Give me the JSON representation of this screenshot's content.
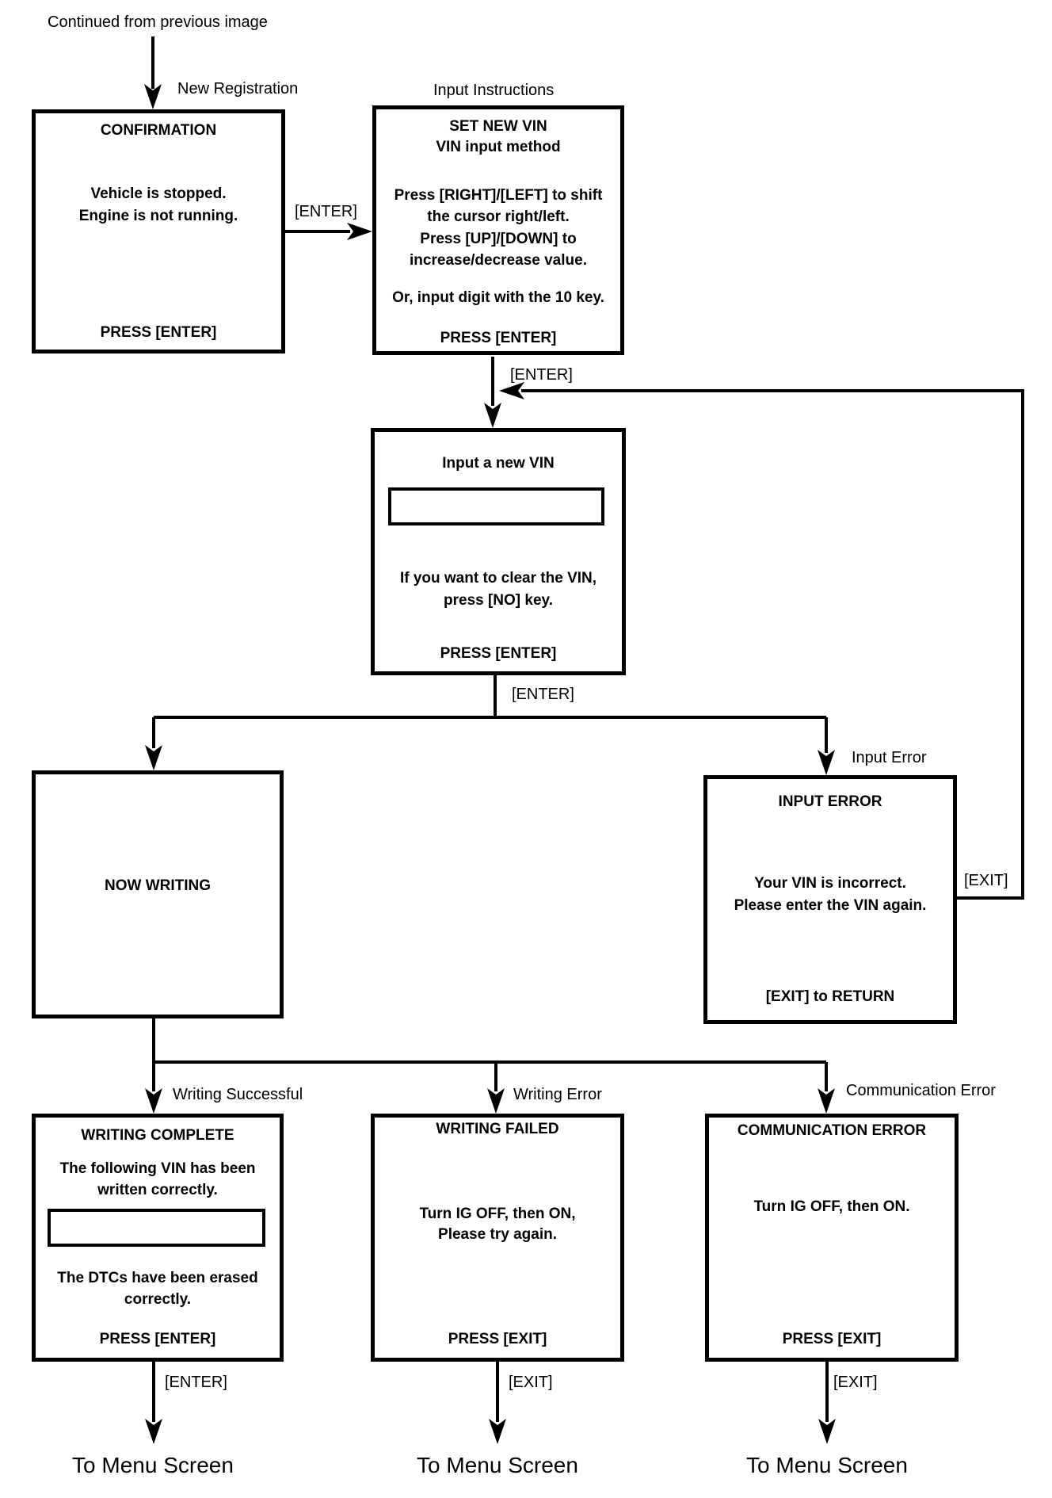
{
  "labels": {
    "continued": "Continued from previous image",
    "new_registration": "New Registration",
    "input_instructions": "Input Instructions",
    "input_error": "Input Error",
    "writing_successful": "Writing Successful",
    "writing_error": "Writing Error",
    "communication_error": "Communication Error"
  },
  "connectors": {
    "enter_confirm": "[ENTER]",
    "enter_setvin": "[ENTER]",
    "enter_inputvin": "[ENTER]",
    "exit_loop": "[EXIT]",
    "enter_complete": "[ENTER]",
    "exit_failed": "[EXIT]",
    "exit_comm": "[EXIT]"
  },
  "exits": {
    "menu1": "To Menu Screen",
    "menu2": "To Menu Screen",
    "menu3": "To Menu Screen"
  },
  "nodes": {
    "confirmation": {
      "title": "CONFIRMATION",
      "line1": "Vehicle is stopped.",
      "line2": "Engine is not running.",
      "footer": "PRESS [ENTER]"
    },
    "set_new_vin": {
      "title1": "SET NEW VIN",
      "title2": "VIN input method",
      "line1": "Press [RIGHT]/[LEFT] to shift",
      "line2": "the cursor right/left.",
      "line3": "Press [UP]/[DOWN] to",
      "line4": "increase/decrease value.",
      "line5": "Or, input digit with the 10 key.",
      "footer": "PRESS [ENTER]"
    },
    "input_new_vin": {
      "title": "Input a new VIN",
      "field_value": "",
      "line1": "If you want to clear the VIN,",
      "line2": "press [NO] key.",
      "footer": "PRESS [ENTER]"
    },
    "now_writing": {
      "title": "NOW WRITING"
    },
    "input_error": {
      "title": "INPUT ERROR",
      "line1": "Your VIN is incorrect.",
      "line2": "Please enter the VIN again.",
      "footer": "[EXIT] to RETURN"
    },
    "writing_complete": {
      "title": "WRITING COMPLETE",
      "line1": "The following VIN has been",
      "line2": "written correctly.",
      "field_value": "",
      "line3": "The DTCs have been erased",
      "line4": "correctly.",
      "footer": "PRESS [ENTER]"
    },
    "writing_failed": {
      "title": "WRITING FAILED",
      "line1": "Turn IG OFF, then ON,",
      "line2": "Please try again.",
      "footer": "PRESS [EXIT]"
    },
    "communication_error": {
      "title": "COMMUNICATION ERROR",
      "line1": "Turn IG OFF, then ON.",
      "footer": "PRESS [EXIT]"
    }
  },
  "colors": {
    "line": "#000000",
    "background": "#ffffff",
    "text": "#000000"
  }
}
